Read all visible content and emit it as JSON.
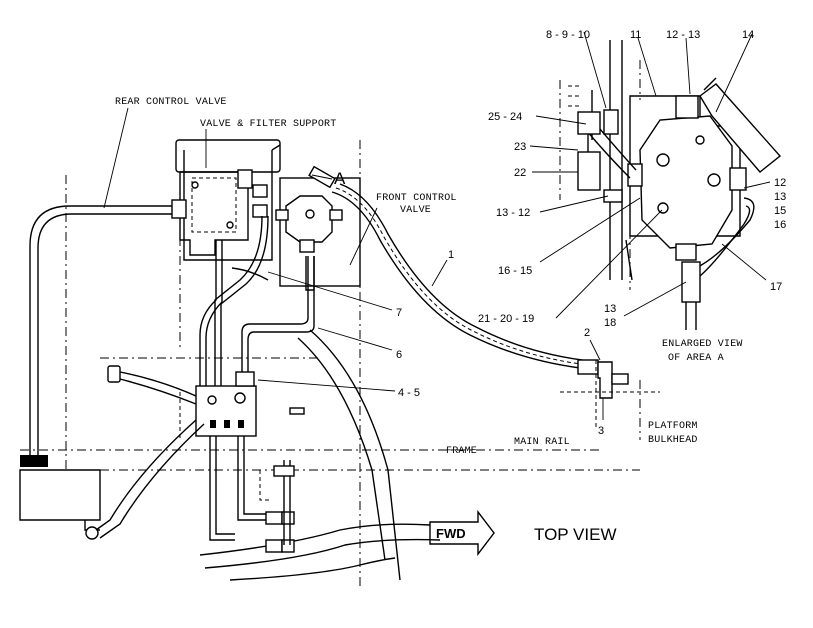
{
  "labels": {
    "rear_control_valve": "REAR CONTROL VALVE",
    "valve_filter_support": "VALVE & FILTER SUPPORT",
    "front_control_valve_1": "FRONT CONTROL",
    "front_control_valve_2": "VALVE",
    "area_a": "A",
    "frame": "FRAME",
    "main_rail": "MAIN RAIL",
    "fwd": "FWD",
    "top_view": "TOP VIEW",
    "platform_1": "PLATFORM",
    "platform_2": "BULKHEAD",
    "enlarged_1": "ENLARGED VIEW",
    "enlarged_2": "OF AREA A"
  },
  "callouts": {
    "c_8_9_10": "8 - 9 - 10",
    "c_11": "11",
    "c_12_13_top": "12 - 13",
    "c_14": "14",
    "c_25_24": "25 - 24",
    "c_23": "23",
    "c_22": "22",
    "c_13_12": "13 - 12",
    "c_16_15": "16 - 15",
    "c_21_20_19": "21 - 20 - 19",
    "c_12_r": "12",
    "c_13_r": "13",
    "c_15_r": "15",
    "c_16_r": "16",
    "c_17": "17",
    "c_13_b": "13",
    "c_18_b": "18",
    "c_1": "1",
    "c_7": "7",
    "c_6": "6",
    "c_4_5": "4 - 5",
    "c_2": "2",
    "c_3": "3"
  }
}
